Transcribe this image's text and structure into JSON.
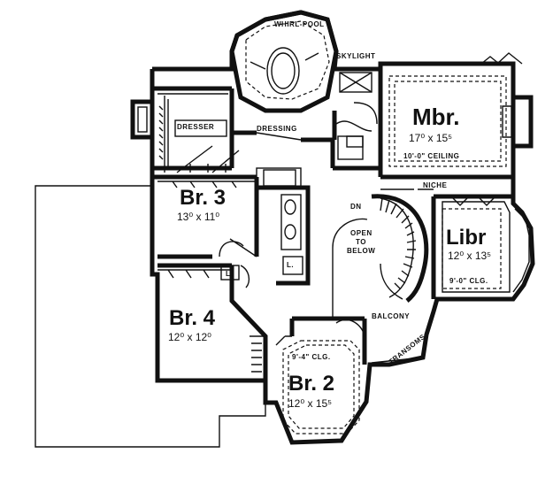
{
  "rooms": {
    "whirlpool": "WHIRL-POOL",
    "skylight": "SKYLIGHT",
    "dresser": "DRESSER",
    "dressing": "DRESSING",
    "mbr_name": "Mbr.",
    "mbr_dim": "17⁰ x 15⁵",
    "mbr_ceiling": "10'-0\" CEILING",
    "br3_name": "Br. 3",
    "br3_dim": "13⁰ x 11⁰",
    "br4_name": "Br. 4",
    "br4_dim": "12⁰ x 12⁰",
    "br2_name": "Br. 2",
    "br2_dim": "12⁰ x 15⁵",
    "br2_ceiling": "9'-4\" CLG.",
    "libr_name": "Libr",
    "libr_dim": "12⁰ x 13⁵",
    "libr_ceiling": "9'-0\" CLG.",
    "niche": "NICHE",
    "dn": "DN",
    "open_to": "OPEN",
    "open_to2": "TO",
    "open_below": "BELOW",
    "balcony": "BALCONY",
    "transoms": "TRANSOMS",
    "l1": "L.",
    "l2": "L."
  }
}
